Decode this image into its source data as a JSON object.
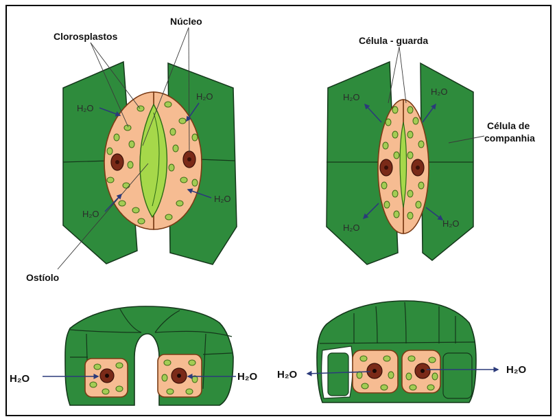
{
  "labels": {
    "chloroplasts": "Clorosplastos",
    "nucleus": "Núcleo",
    "ostiole": "Ostíolo",
    "guard_cell": "Célula - guarda",
    "companion_cell_line1": "Célula de",
    "companion_cell_line2": "companhia"
  },
  "water": {
    "formula": "H₂O"
  },
  "colors": {
    "cell_green": "#2e8b3c",
    "cell_outline": "#14361a",
    "guard_cell": "#f6bc92",
    "pore": "#a6d84a",
    "chloroplast": "#a4cc54",
    "nucleus": "#7a2a18",
    "arrow": "#2b3a7a",
    "frame": "#000000"
  }
}
